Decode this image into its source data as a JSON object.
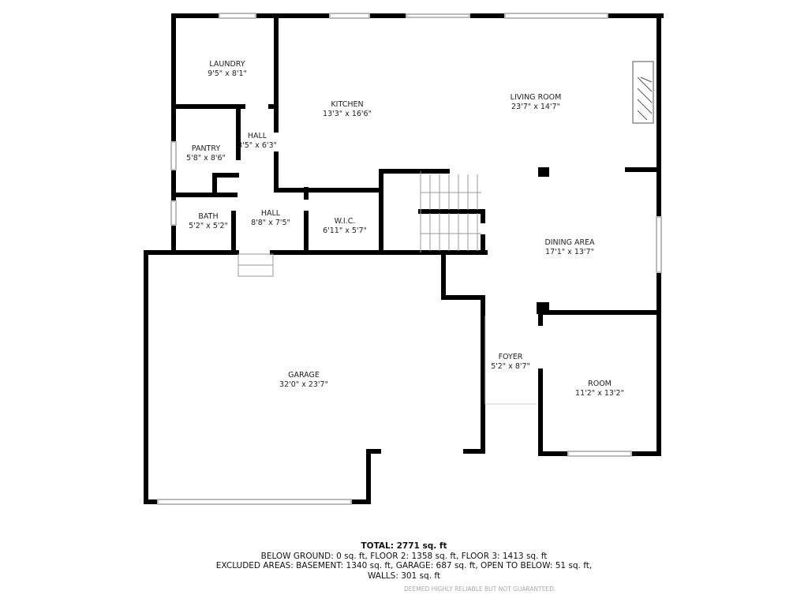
{
  "rooms": [
    {
      "name": "LAUNDRY",
      "dims": "9'5\" x 8'1\""
    },
    {
      "name": "KITCHEN",
      "dims": "13'3\" x 16'6\""
    },
    {
      "name": "LIVING ROOM",
      "dims": "23'7\" x 14'7\""
    },
    {
      "name": "HALL",
      "dims": "3'5\" x 6'3\""
    },
    {
      "name": "PANTRY",
      "dims": "5'8\" x 8'6\""
    },
    {
      "name": "BATH",
      "dims": "5'2\" x 5'2\""
    },
    {
      "name": "HALL",
      "dims": "8'8\" x 7'5\""
    },
    {
      "name": "W.I.C.",
      "dims": "6'11\" x 5'7\""
    },
    {
      "name": "DINING AREA",
      "dims": "17'1\" x 13'7\""
    },
    {
      "name": "GARAGE",
      "dims": "32'0\" x 23'7\""
    },
    {
      "name": "FOYER",
      "dims": "5'2\" x 8'7\""
    },
    {
      "name": "ROOM",
      "dims": "11'2\" x 13'2\""
    }
  ],
  "summary": {
    "total": "TOTAL: 2771 sq. ft",
    "line1": "BELOW GROUND: 0 sq. ft, FLOOR 2: 1358 sq. ft, FLOOR 3: 1413 sq. ft",
    "line2": "EXCLUDED AREAS: BASEMENT: 1340 sq. ft, GARAGE: 687 sq. ft, OPEN TO BELOW: 51 sq. ft,",
    "line3": "WALLS: 301 sq. ft"
  },
  "disclaimer": "DEEMED HIGHLY RELIABLE BUT NOT GUARANTEED.",
  "colors": {
    "wall": "#000000",
    "window": "#bbbbbb"
  }
}
